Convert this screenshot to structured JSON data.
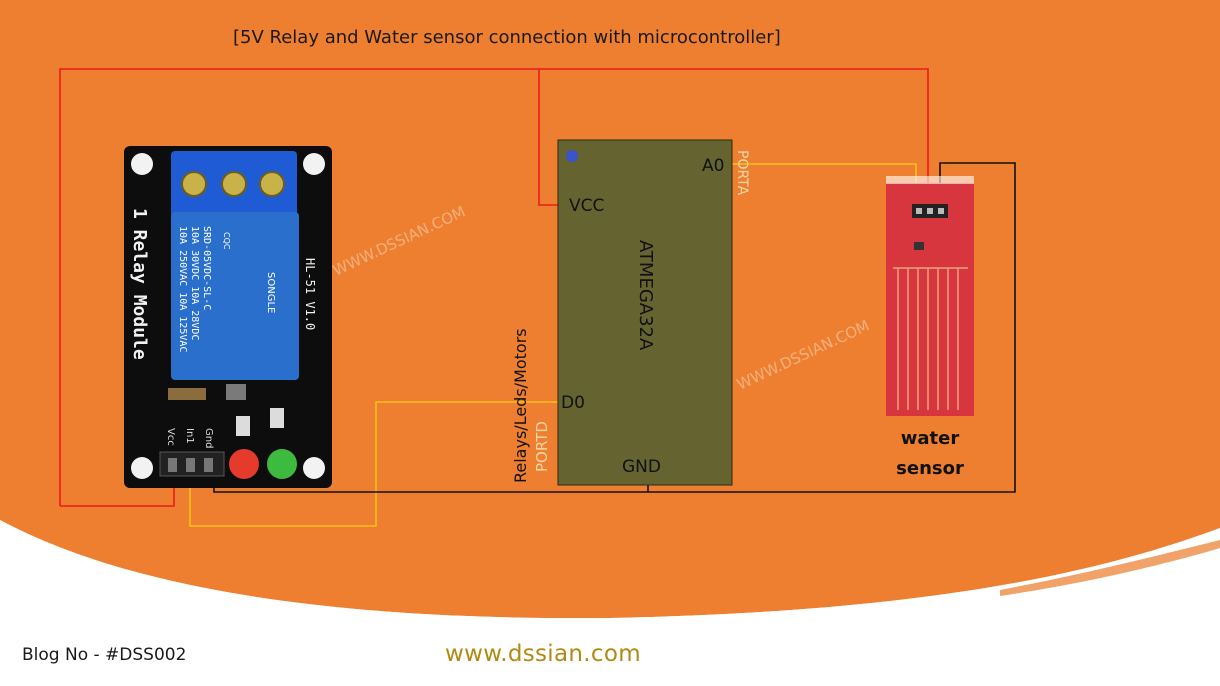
{
  "title": "[5V Relay and Water sensor connection with microcontroller]",
  "footer": {
    "blog_no": "Blog No - #DSS002",
    "website": "www.dssian.com"
  },
  "microcontroller": {
    "name": "ATMEGA32A",
    "pins": {
      "vcc": "VCC",
      "a0": "A0",
      "d0": "D0",
      "gnd": "GND"
    },
    "port_a": "PORTA",
    "port_d": "PORTD",
    "relays_note": "Relays/Leds/Motors"
  },
  "relay_module": {
    "board_label": "1 Relay Module",
    "model": "HL-51 V1.0",
    "relay_text": [
      "10A 250VAC 10A 125VAC",
      "10A 30VDC 10A 28VDC",
      "SRD-05VDC-SL-C"
    ],
    "brand": "SONGLE",
    "cert": "CQC",
    "pin_labels": [
      "Vcc",
      "In1",
      "Gnd"
    ]
  },
  "water_sensor": {
    "label_line1": "water",
    "label_line2": "sensor"
  },
  "watermark": "WWW.DSSIAN.COM",
  "colors": {
    "background": "#ee7f30",
    "wire_vcc": "#ee1b1b",
    "wire_signal": "#f5c214",
    "wire_gnd": "#111111",
    "chip": "#656430",
    "chip_dot": "#3a55c8",
    "relay_board": "#0d0d0d",
    "relay_blue": "#2a6fcc",
    "terminal_blue": "#1e5bd4",
    "sensor_red": "#d8363e",
    "footer_text": "#b08a12"
  }
}
